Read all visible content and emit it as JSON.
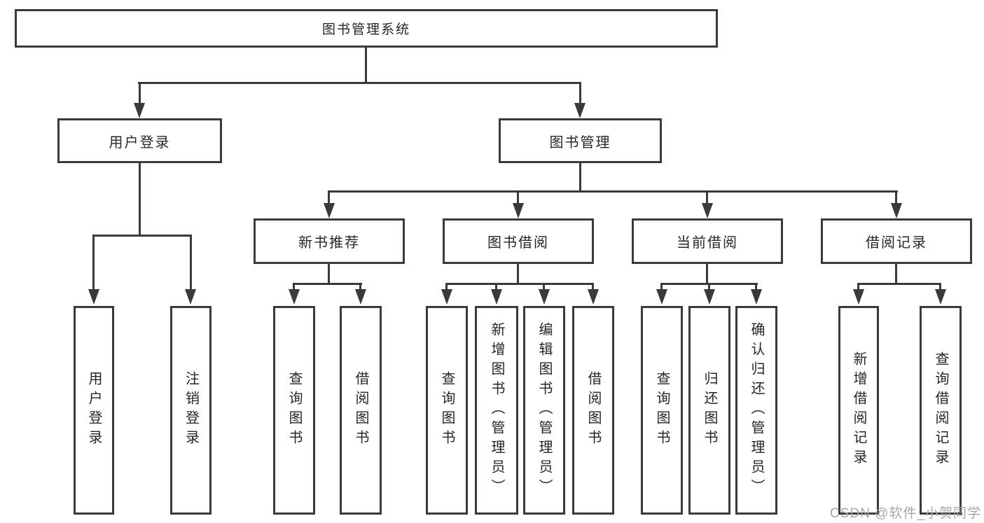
{
  "tree": {
    "root": "图书管理系统",
    "user_login": "用户登录",
    "book_mgmt": "图书管理",
    "new_books": "新书推荐",
    "book_borrow": "图书借阅",
    "current_borrow": "当前借阅",
    "borrow_records": "借阅记录",
    "leaf_user_login": "用户登录",
    "leaf_logout": "注销登录",
    "leaf_nb_query": "查询图书",
    "leaf_nb_borrow": "借阅图书",
    "leaf_bb_query": "查询图书",
    "leaf_bb_add": "新增图书（管理员）",
    "leaf_bb_edit": "编辑图书（管理员）",
    "leaf_bb_borrow": "借阅图书",
    "leaf_cb_query": "查询图书",
    "leaf_cb_return": "归还图书",
    "leaf_cb_confirm": "确认归还（管理员）",
    "leaf_br_add": "新增借阅记录",
    "leaf_br_query": "查询借阅记录"
  },
  "watermark": "CSDN @软件_小贺同学",
  "colors": {
    "line": "#3a3a3a",
    "text": "#262626",
    "watermark": "#a6a6a6",
    "background": "#ffffff"
  }
}
